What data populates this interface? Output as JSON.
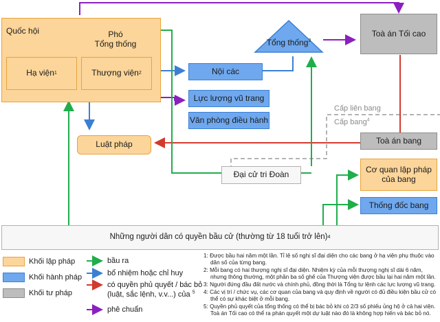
{
  "nodes": {
    "congress": "Quốc hội",
    "house": "Hạ viện",
    "house_sup": "1",
    "senate": "Thượng viện",
    "senate_sup": "2",
    "vice_president_line1": "Phó",
    "vice_president_line2": "Tổng thống",
    "president": "Tổng thống",
    "president_sup": "3",
    "supreme_court": "Toà án Tối cao",
    "cabinet": "Nội các",
    "armed_forces": "Lực lượng vũ trang",
    "executive_office": "Văn phòng điều hành",
    "law": "Luật pháp",
    "electoral_college": "Đại cử tri Đoàn",
    "state_court": "Toà án bang",
    "state_legislature_line1": "Cơ quan lập pháp",
    "state_legislature_line2": "của bang",
    "governor": "Thống đốc bang",
    "voters": "Những người dân có quyền bầu cử (thường từ 18 tuổi trở lên)",
    "voters_sup": "4"
  },
  "levels": {
    "federal": "Cấp liên bang",
    "state": "Cấp bang",
    "state_sup": "4"
  },
  "legend": {
    "branches": [
      {
        "label": "Khối lập pháp",
        "color": "#fcd59a"
      },
      {
        "label": "Khối hành pháp",
        "color": "#6fa8ee"
      },
      {
        "label": "Khối tư pháp",
        "color": "#bdbdbd"
      }
    ],
    "arrows": [
      {
        "label": "bầu ra",
        "color": "#1fae4b"
      },
      {
        "label": "bổ nhiệm hoặc chỉ huy",
        "color": "#3b7fd4"
      },
      {
        "label": "có quyền phủ quyết / bác bỏ",
        "label2": "(luật, sắc lệnh, v.v...) của",
        "sup": "5",
        "color": "#d23a2e"
      },
      {
        "label": "phê chuẩn",
        "color": "#8b1fc0"
      }
    ]
  },
  "notes": [
    "1:  Được bầu hai năm một lần. Tỉ lệ số nghị sĩ đại diện cho các bang ở hạ viện phụ thuộc vào dân số của từng bang.",
    "2:  Mỗi bang có hai thượng nghị sĩ đại diện. Nhiệm kỳ của mỗi thượng nghị sĩ dài 6 năm, nhưng thông thường, một phần ba số ghế của Thượng viện được bầu lại hai năm một lần.",
    "3:  Người đứng đầu đất nước và chính phủ, đồng thời là Tổng tư lệnh các lực lượng vũ trang.",
    "4:  Các vị trí / chức vụ, các cơ quan của bang và quy định về người có đủ điều kiện bầu cử có thể có sự khác biệt ở mỗi bang.",
    "5:  Quyền phủ quyết của tổng thống có thể bị bác bỏ khi có 2/3 số phiếu ủng hộ ở cả hai viện. Toà án Tối cao có thể ra phán quyết một dự luật nào đó là không hợp hiến và bác bỏ nó."
  ]
}
